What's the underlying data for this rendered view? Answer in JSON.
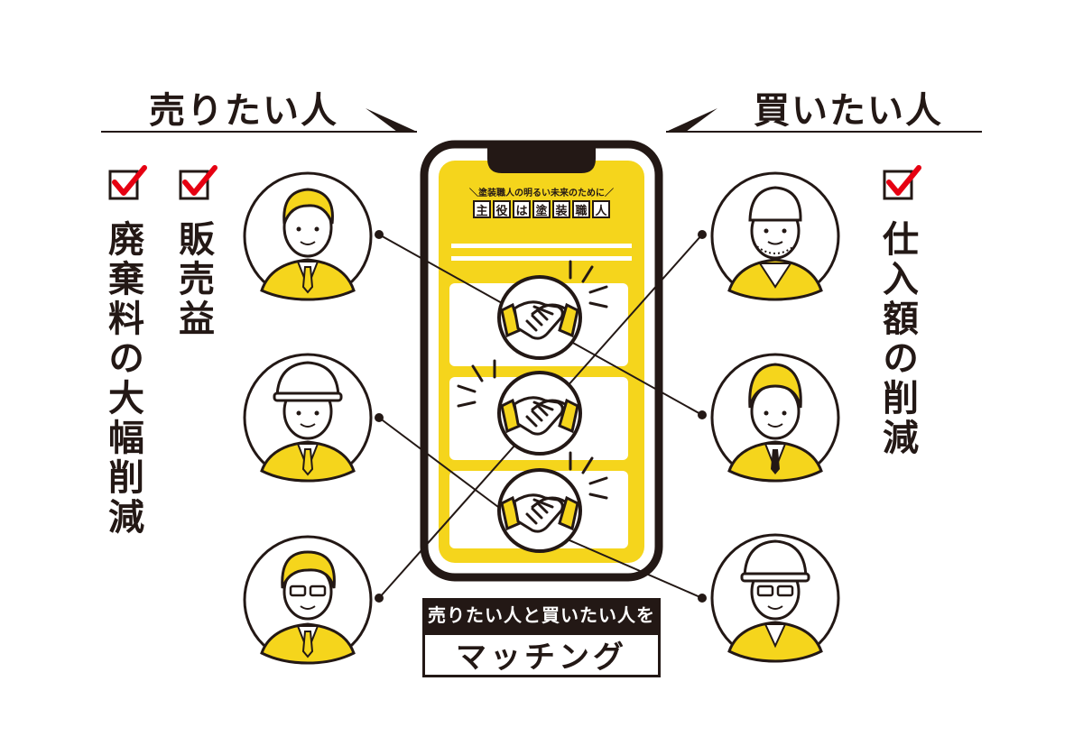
{
  "sellers": {
    "heading": "売りたい人",
    "benefits": [
      "廃棄料の大幅削減",
      "販売益"
    ]
  },
  "buyers": {
    "heading": "買いたい人",
    "benefits": [
      "仕入額の削減"
    ]
  },
  "phone": {
    "tagline": "＼塗装職人の明るい未来のために／",
    "title_chars": [
      "主",
      "役",
      "は",
      "塗",
      "装",
      "職",
      "人"
    ]
  },
  "banner": {
    "sub": "売りたい人と買いたい人を",
    "main": "マッチング"
  },
  "colors": {
    "accent_yellow": "#f5d51c",
    "check_red": "#e60012",
    "ink": "#231815"
  }
}
